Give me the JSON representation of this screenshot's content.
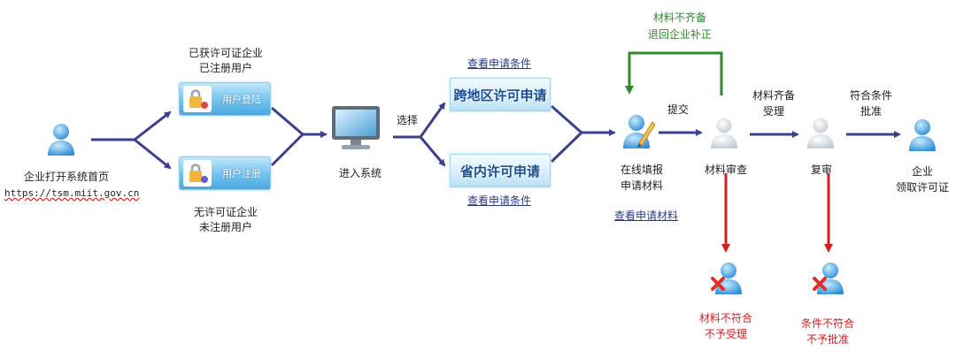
{
  "nodes": {
    "start": {
      "label": "企业打开系统首页",
      "url": "https://tsm.miit.gov.cn"
    },
    "registered_user": {
      "line1": "已获许可证企业",
      "line2": "已注册用户",
      "button": "用户登陆"
    },
    "new_user": {
      "line1": "无许可证企业",
      "line2": "未注册用户",
      "button": "用户注册"
    },
    "enter_system": {
      "label": "进入系统"
    },
    "choose": {
      "label": "选择"
    },
    "cross_region": {
      "button": "跨地区许可申请",
      "link": "查看申请条件"
    },
    "in_province": {
      "button": "省内许可申请",
      "link": "查看申请条件"
    },
    "fill_online": {
      "line1": "在线填报",
      "line2": "申请材料",
      "link": "查看申请材料"
    },
    "submit": {
      "label": "提交"
    },
    "material_review": {
      "label": "材料审查"
    },
    "incomplete": {
      "line1": "材料不齐备",
      "line2": "退回企业补正"
    },
    "accept": {
      "line1": "材料齐备",
      "line2": "受理"
    },
    "recheck": {
      "label": "复审"
    },
    "approve": {
      "line1": "符合条件",
      "line2": "批准"
    },
    "enterprise_license": {
      "line1": "企业",
      "line2": "领取许可证"
    },
    "reject_accept": {
      "line1": "材料不符合",
      "line2": "不予受理"
    },
    "reject_approve": {
      "line1": "条件不符合",
      "line2": "不予批准"
    }
  },
  "colors": {
    "flow_arrow": "#3b3f8f",
    "return_arrow": "#2e8b2e",
    "reject_arrow": "#d21f1f",
    "person_blue": "#4aa3e0",
    "person_gray": "#d8dde4"
  }
}
